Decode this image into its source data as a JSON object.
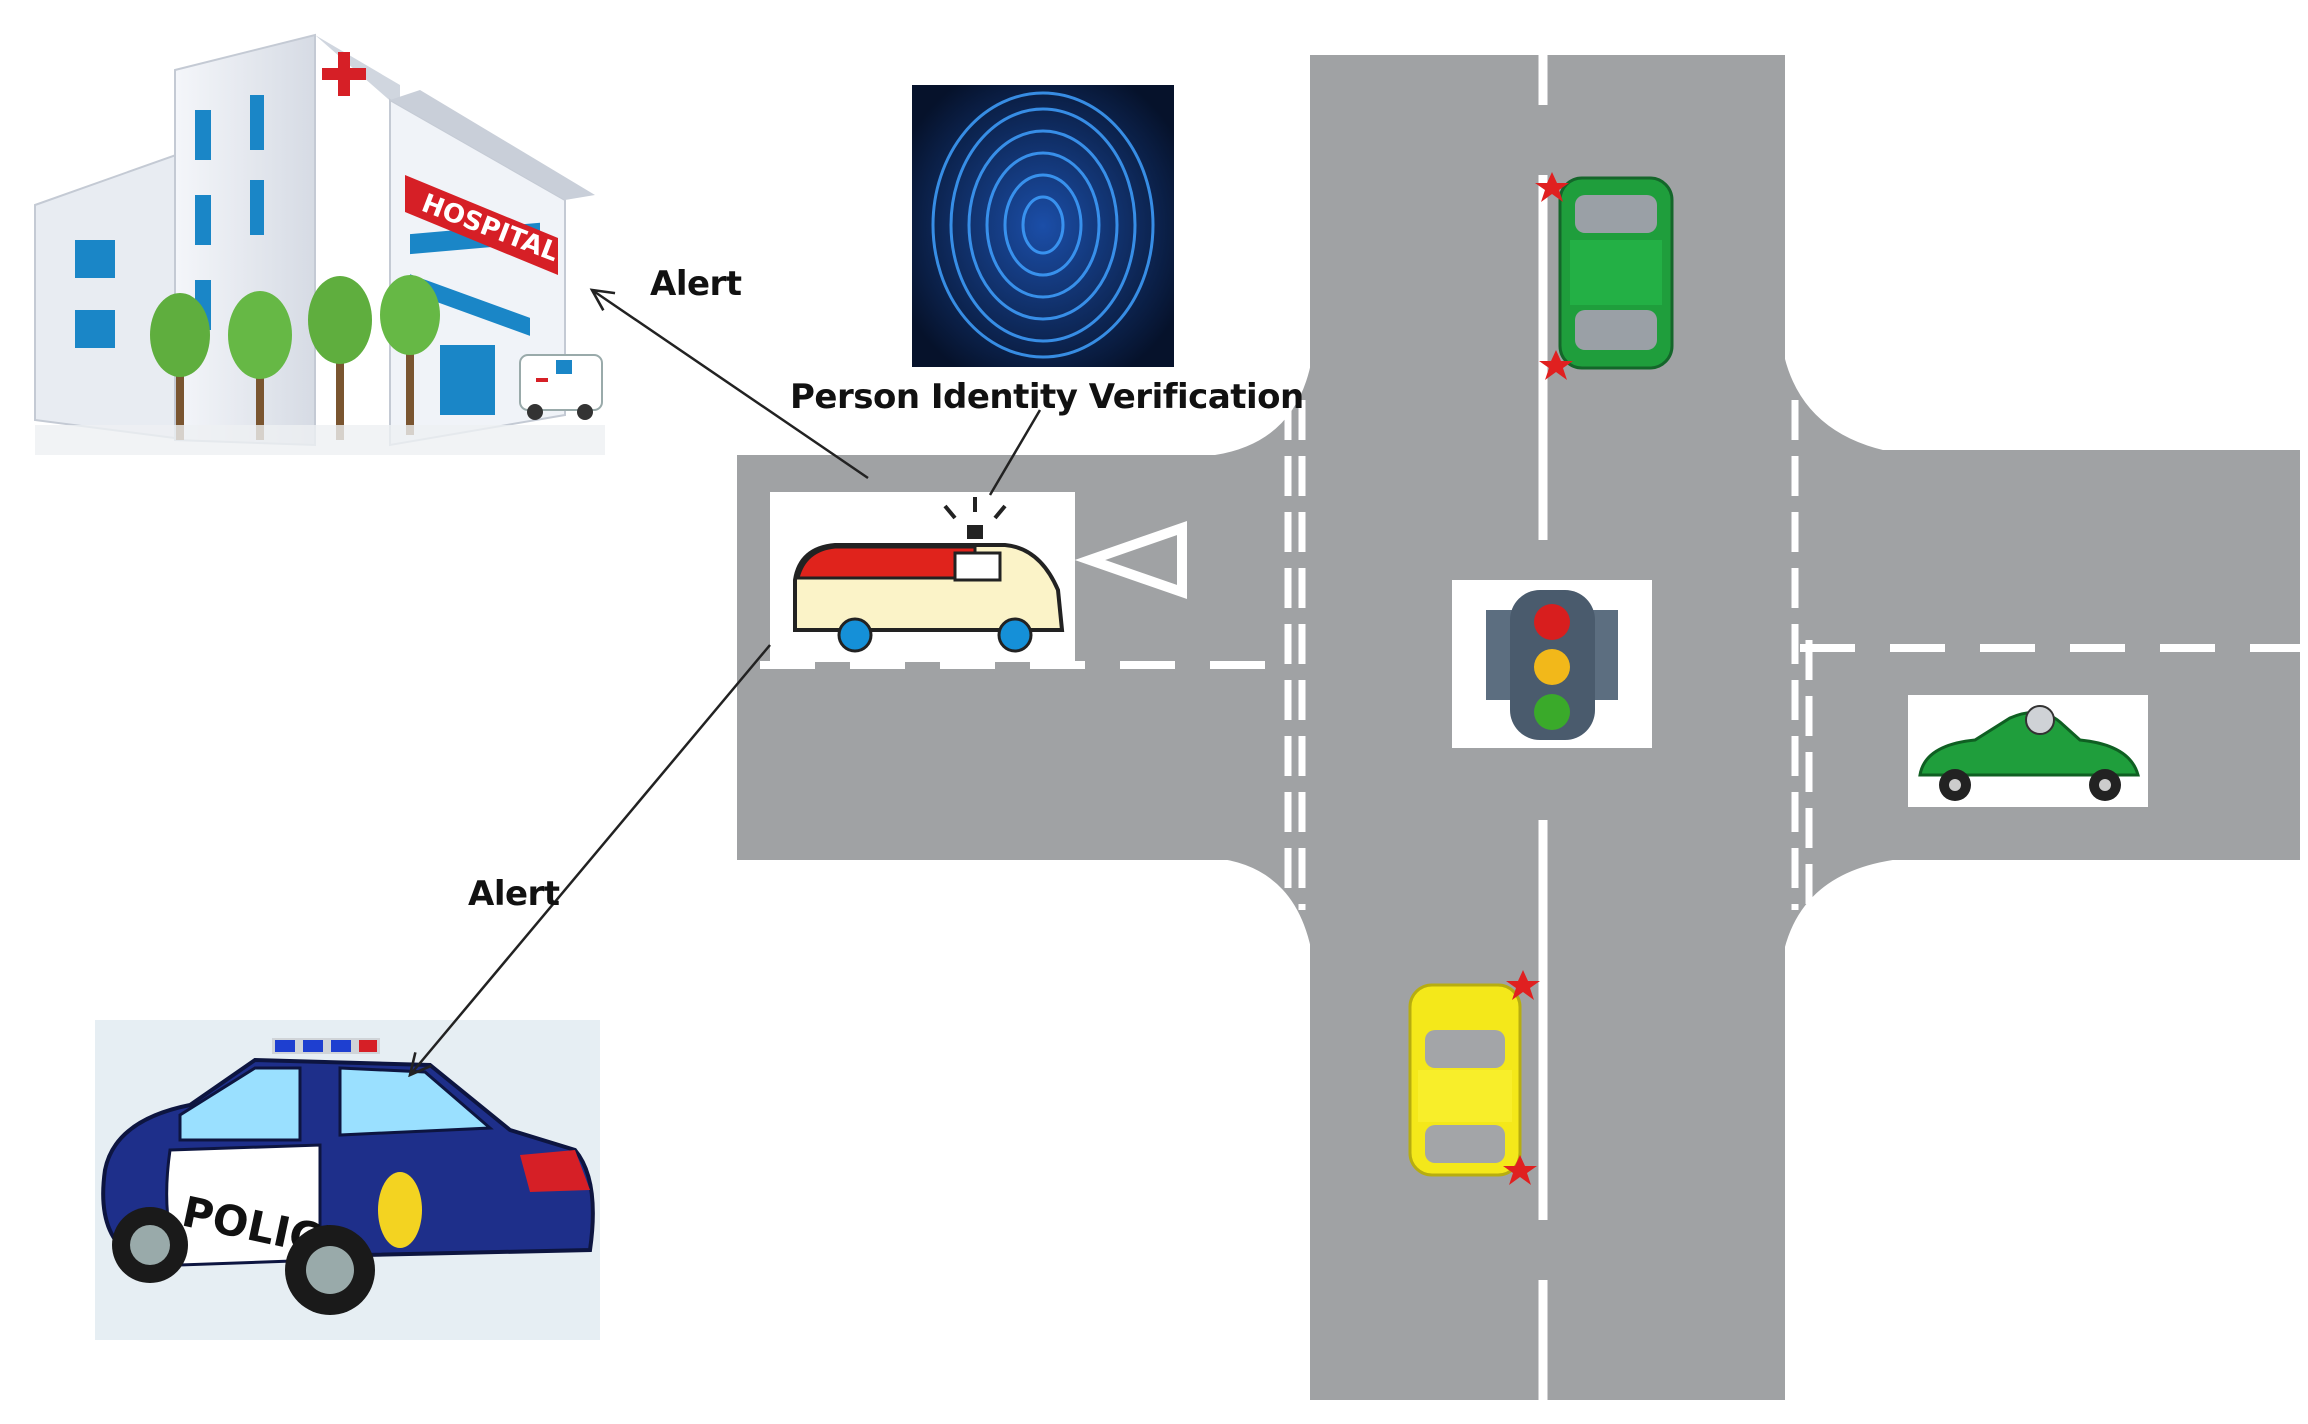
{
  "diagram": {
    "labels": {
      "alert_hospital": "Alert",
      "alert_police": "Alert",
      "identity": "Person Identity Verification"
    },
    "hospital_sign": "HOSPITAL",
    "police_text": "POLICE",
    "colors": {
      "road": "#a0a2a4",
      "lane_marking": "#ffffff",
      "ambulance_body": "#fbf3c8",
      "ambulance_top": "#e0231c",
      "police_car": "#1e2f8a",
      "green_car": "#1f9e3c",
      "yellow_car": "#f4e81a",
      "light_red": "#d81e1e",
      "light_yellow": "#f2b81a",
      "light_green": "#3aaa2a",
      "fingerprint_bg": "#081633",
      "fingerprint_lines": "#3fa0ff"
    },
    "icons": [
      "hospital-icon",
      "fingerprint-icon",
      "ambulance-icon",
      "police-car-icon",
      "traffic-light-icon",
      "green-car-icon",
      "yellow-car-icon",
      "race-car-icon"
    ]
  }
}
